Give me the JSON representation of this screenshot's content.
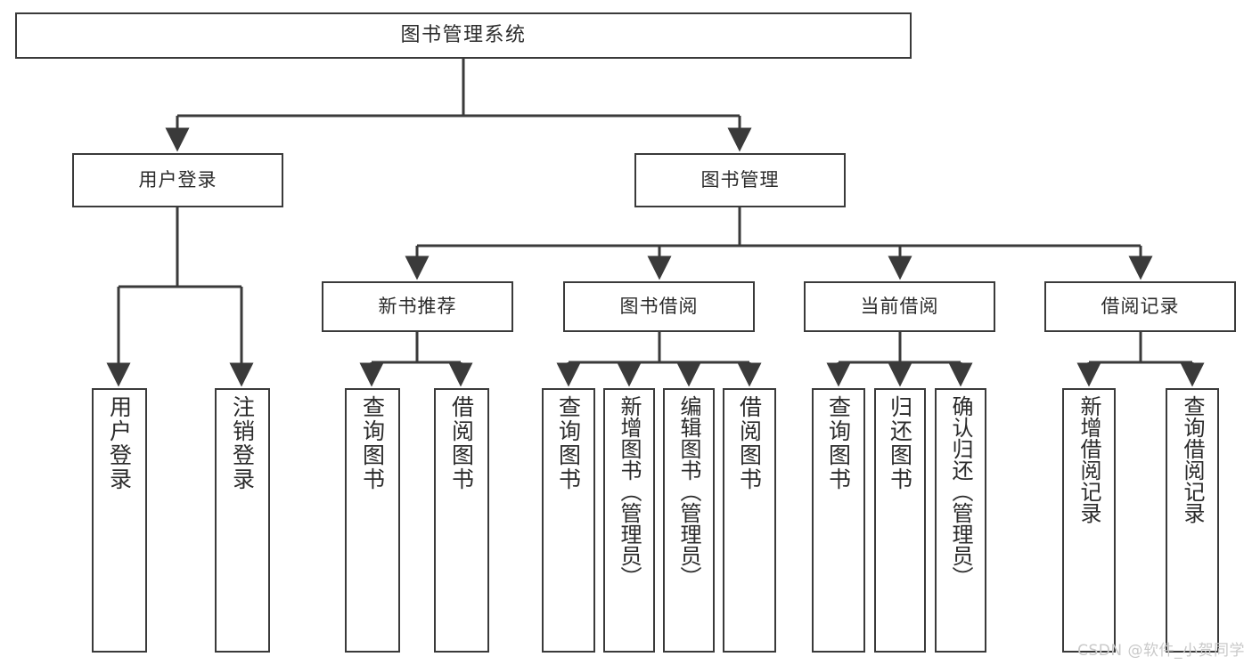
{
  "diagram": {
    "type": "tree-hierarchy-flowchart",
    "title": "图书管理系统",
    "background_color": "#ffffff",
    "line_color": "#3a3a3a",
    "text_color": "#2b2b2b",
    "levels": 4,
    "root": {
      "label": "图书管理系统"
    },
    "level2": [
      {
        "label": "用户登录"
      },
      {
        "label": "图书管理"
      }
    ],
    "level3": [
      {
        "label": "新书推荐"
      },
      {
        "label": "图书借阅"
      },
      {
        "label": "当前借阅"
      },
      {
        "label": "借阅记录"
      }
    ],
    "leaves": {
      "user_login": [
        {
          "label": "用户登录"
        },
        {
          "label": "注销登录"
        }
      ],
      "new_book_recommend": [
        {
          "label": "查询图书"
        },
        {
          "label": "借阅图书"
        }
      ],
      "book_borrow": [
        {
          "label": "查询图书"
        },
        {
          "label": "新增图书（管理员）"
        },
        {
          "label": "编辑图书（管理员）"
        },
        {
          "label": "借阅图书"
        }
      ],
      "current_borrow": [
        {
          "label": "查询图书"
        },
        {
          "label": "归还图书"
        },
        {
          "label": "确认归还（管理员）"
        }
      ],
      "borrow_record": [
        {
          "label": "新增借阅记录"
        },
        {
          "label": "查询借阅记录"
        }
      ]
    }
  },
  "watermark": {
    "text": "CSDN @软件_小贺同学"
  }
}
